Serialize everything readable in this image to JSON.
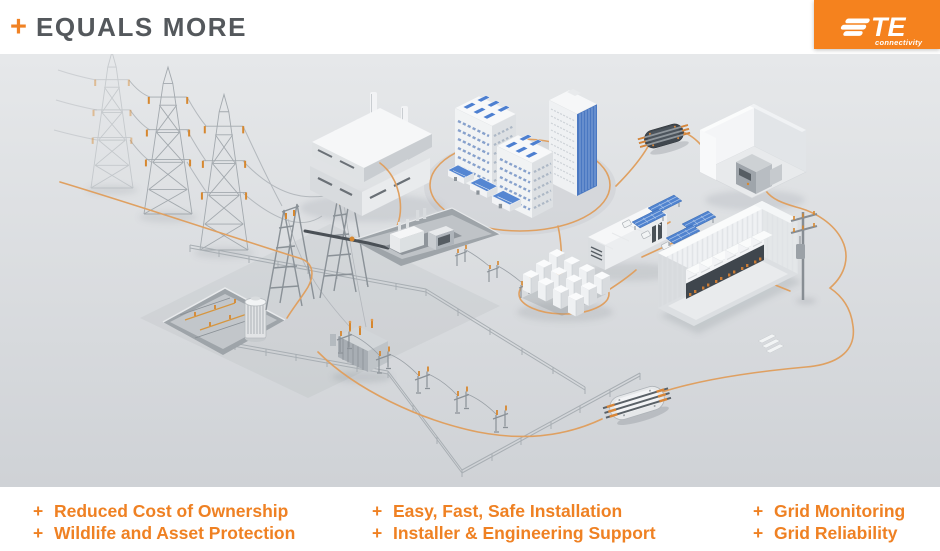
{
  "header": {
    "bullet": "+",
    "title": "EQUALS MORE"
  },
  "logo": {
    "brand": "TE",
    "tagline": "connectivity"
  },
  "benefits": [
    {
      "items": [
        {
          "bullet": "+",
          "label": "Reduced Cost of Ownership"
        },
        {
          "bullet": "+",
          "label": "Wildlife and Asset Protection"
        }
      ]
    },
    {
      "items": [
        {
          "bullet": "+",
          "label": "Easy, Fast, Safe Installation"
        },
        {
          "bullet": "+",
          "label": "Installer & Engineering Support"
        }
      ]
    },
    {
      "items": [
        {
          "bullet": "+",
          "label": "Grid Monitoring"
        },
        {
          "bullet": "+",
          "label": "Grid Reliability"
        }
      ]
    }
  ],
  "colors": {
    "accent_orange": "#F08224",
    "logo_orange": "#F5821E",
    "heading_gray": "#54585C",
    "network_line_orange": "#DFA061",
    "insulator_orange": "#D6872F",
    "scene_bg_top": "#E6E8EA",
    "scene_bg_bottom": "#CFD2D6",
    "structure_gray": "#8E959B",
    "building_white": "#F6F7F8",
    "solar_blue": "#5083CF",
    "glass_blue": "#4A78C2",
    "dark_equipment": "#40474E"
  },
  "scene": {
    "description": "Isometric power grid illustration connected by an orange network line",
    "elements": [
      "transmission-towers",
      "power-lines",
      "substation-pit",
      "capacitor-coil",
      "gantry-frames",
      "power-transformer",
      "disconnect-switch-rows",
      "security-fence",
      "factory",
      "city-buildings",
      "rooftop-solar",
      "solar-houses",
      "generator-pit",
      "battery-energy-storage",
      "storage-container",
      "solar-array",
      "switchgear-container",
      "utility-pole",
      "utility-room",
      "cable-connector",
      "cable-joint",
      "grid-network-line"
    ]
  }
}
